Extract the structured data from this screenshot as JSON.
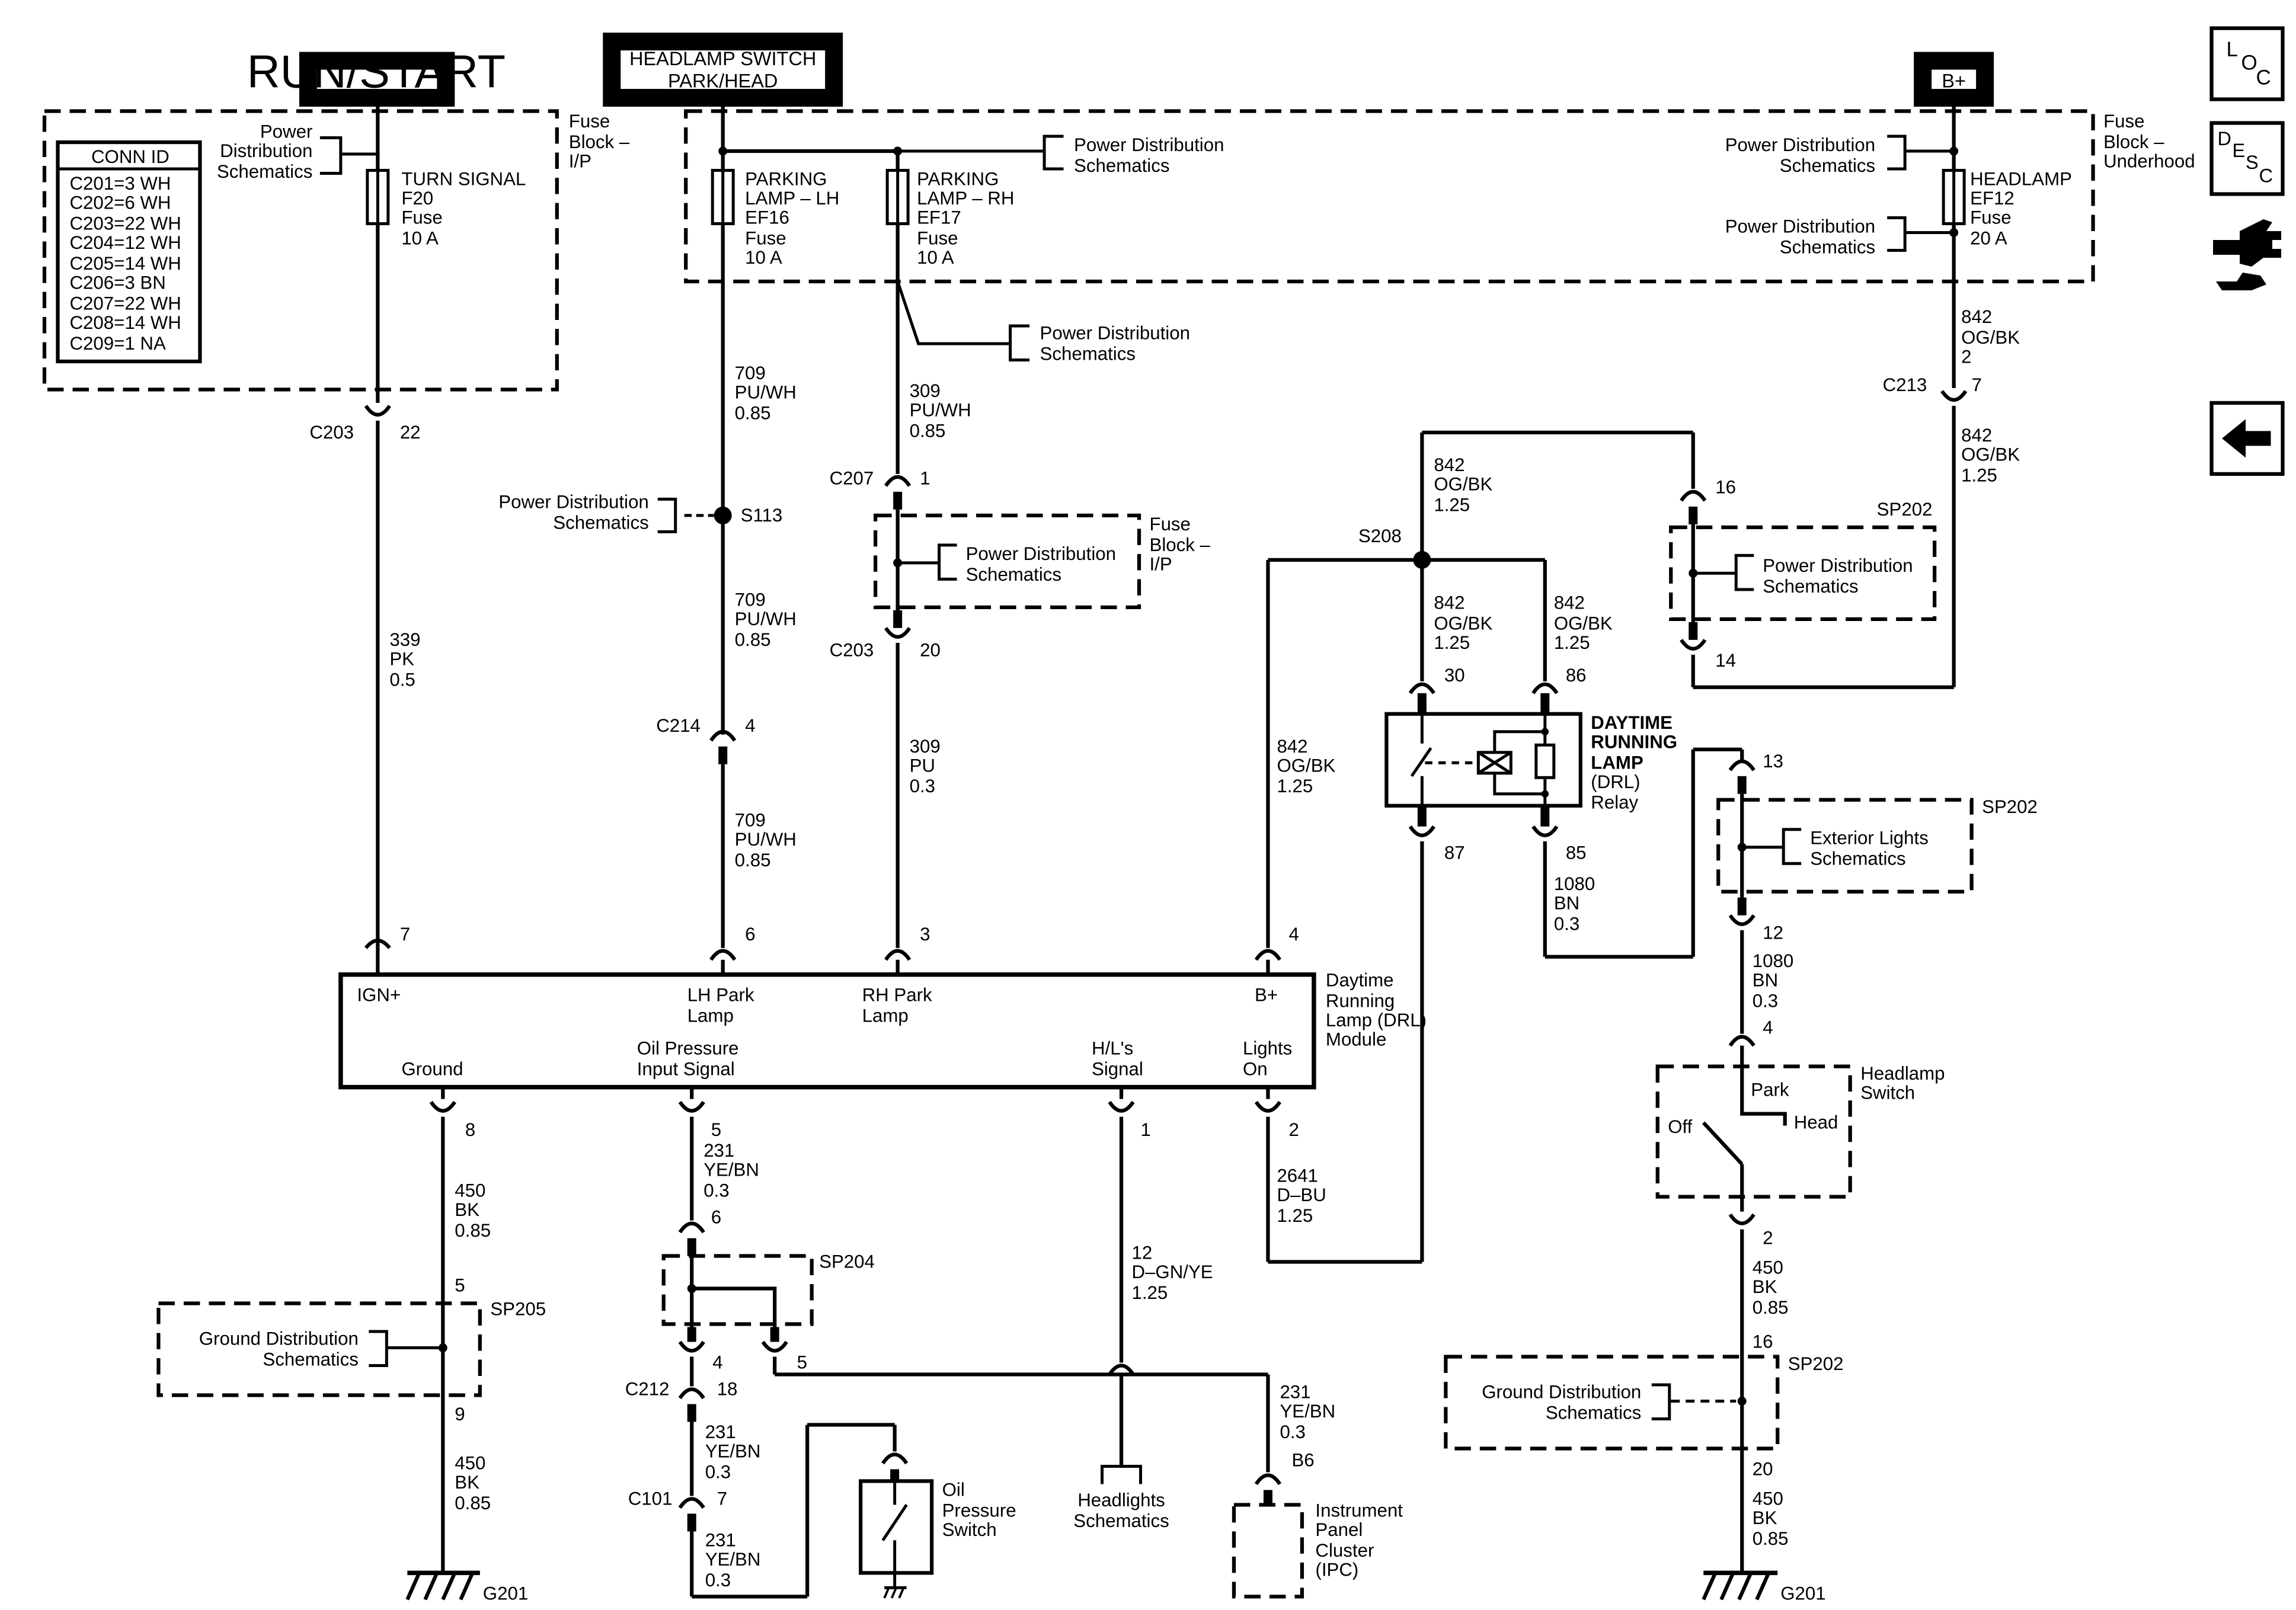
{
  "header_boxes": {
    "run_start": "RUN/START",
    "headlamp_switch": [
      "HEADLAMP SWITCH",
      "PARK/HEAD"
    ],
    "b_plus": "B+"
  },
  "conn_table": {
    "title": "CONN ID",
    "rows": [
      "C201=3 WH",
      "C202=6 WH",
      "C203=22 WH",
      "C204=12 WH",
      "C205=14 WH",
      "C206=3 BN",
      "C207=22 WH",
      "C208=14 WH",
      "C209=1 NA"
    ]
  },
  "fuse_blocks": {
    "ip_label": [
      "Fuse",
      "Block –",
      "I/P"
    ],
    "underhood_label": [
      "Fuse",
      "Block –",
      "Underhood"
    ],
    "ip2_label": [
      "Fuse",
      "Block –",
      "I/P"
    ]
  },
  "fuses": {
    "turn_signal": [
      "TURN SIGNAL",
      "F20",
      "Fuse",
      "10 A"
    ],
    "parking_lh": [
      "PARKING",
      "LAMP – LH",
      "EF16",
      "Fuse",
      "10 A"
    ],
    "parking_rh": [
      "PARKING",
      "LAMP – RH",
      "EF17",
      "Fuse",
      "10 A"
    ],
    "headlamp": [
      "HEADLAMP",
      "EF12",
      "Fuse",
      "20 A"
    ]
  },
  "refs": {
    "power_dist_3line": [
      "Power",
      "Distribution",
      "Schematics"
    ],
    "power_dist": [
      "Power Distribution",
      "Schematics"
    ],
    "ground_dist": [
      "Ground Distribution",
      "Schematics"
    ],
    "exterior_lights": [
      "Exterior Lights",
      "Schematics"
    ],
    "headlights": [
      "Headlights",
      "Schematics"
    ]
  },
  "wires": {
    "w339": [
      "339",
      "PK",
      "0.5"
    ],
    "w709": [
      "709",
      "PU/WH",
      "0.85"
    ],
    "w309a": [
      "309",
      "PU/WH",
      "0.85"
    ],
    "w309b": [
      "309",
      "PU",
      "0.3"
    ],
    "w842_2": [
      "842",
      "OG/BK",
      "2"
    ],
    "w842": [
      "842",
      "OG/BK",
      "1.25"
    ],
    "w1080": [
      "1080",
      "BN",
      "0.3"
    ],
    "w450": [
      "450",
      "BK",
      "0.85"
    ],
    "w231": [
      "231",
      "YE/BN",
      "0.3"
    ],
    "w12": [
      "12",
      "D–GN/YE",
      "1.25"
    ],
    "w2641": [
      "2641",
      "D–BU",
      "1.25"
    ]
  },
  "connectors": {
    "c203": "C203",
    "c207": "C207",
    "c214": "C214",
    "c213": "C213",
    "c212": "C212",
    "c101": "C101",
    "s113": "S113",
    "s208": "S208",
    "sp202": "SP202",
    "sp204": "SP204",
    "sp205": "SP205",
    "g201": "G201",
    "b6": "B6"
  },
  "pins": {
    "p22": "22",
    "p7": "7",
    "p1": "1",
    "p20": "20",
    "p4": "4",
    "p6": "6",
    "p3": "3",
    "p16": "16",
    "p14": "14",
    "p30": "30",
    "p86": "86",
    "p87": "87",
    "p85": "85",
    "p13": "13",
    "p12": "12",
    "p2": "2",
    "p8": "8",
    "p5": "5",
    "p9": "9",
    "p18": "18"
  },
  "module": {
    "name": [
      "Daytime",
      "Running",
      "Lamp (DRL)",
      "Module"
    ],
    "ign": "IGN+",
    "lh_park": [
      "LH Park",
      "Lamp"
    ],
    "rh_park": [
      "RH Park",
      "Lamp"
    ],
    "b_plus": "B+",
    "ground": "Ground",
    "oil_pressure": [
      "Oil Pressure",
      "Input Signal"
    ],
    "hl_signal": [
      "H/L's",
      "Signal"
    ],
    "lights_on": [
      "Lights",
      "On"
    ]
  },
  "relay": [
    "DAYTIME",
    "RUNNING",
    "LAMP",
    "(DRL)",
    "Relay"
  ],
  "headlamp_switch": {
    "title": [
      "Headlamp",
      "Switch"
    ],
    "park": "Park",
    "head": "Head",
    "off": "Off"
  },
  "oil_pressure_switch": [
    "Oil",
    "Pressure",
    "Switch"
  ],
  "ipc": [
    "Instrument",
    "Panel",
    "Cluster",
    "(IPC)"
  ],
  "nav": {
    "loc": [
      "L",
      "O",
      "C"
    ],
    "desc": [
      "D",
      "E",
      "S",
      "C"
    ]
  }
}
